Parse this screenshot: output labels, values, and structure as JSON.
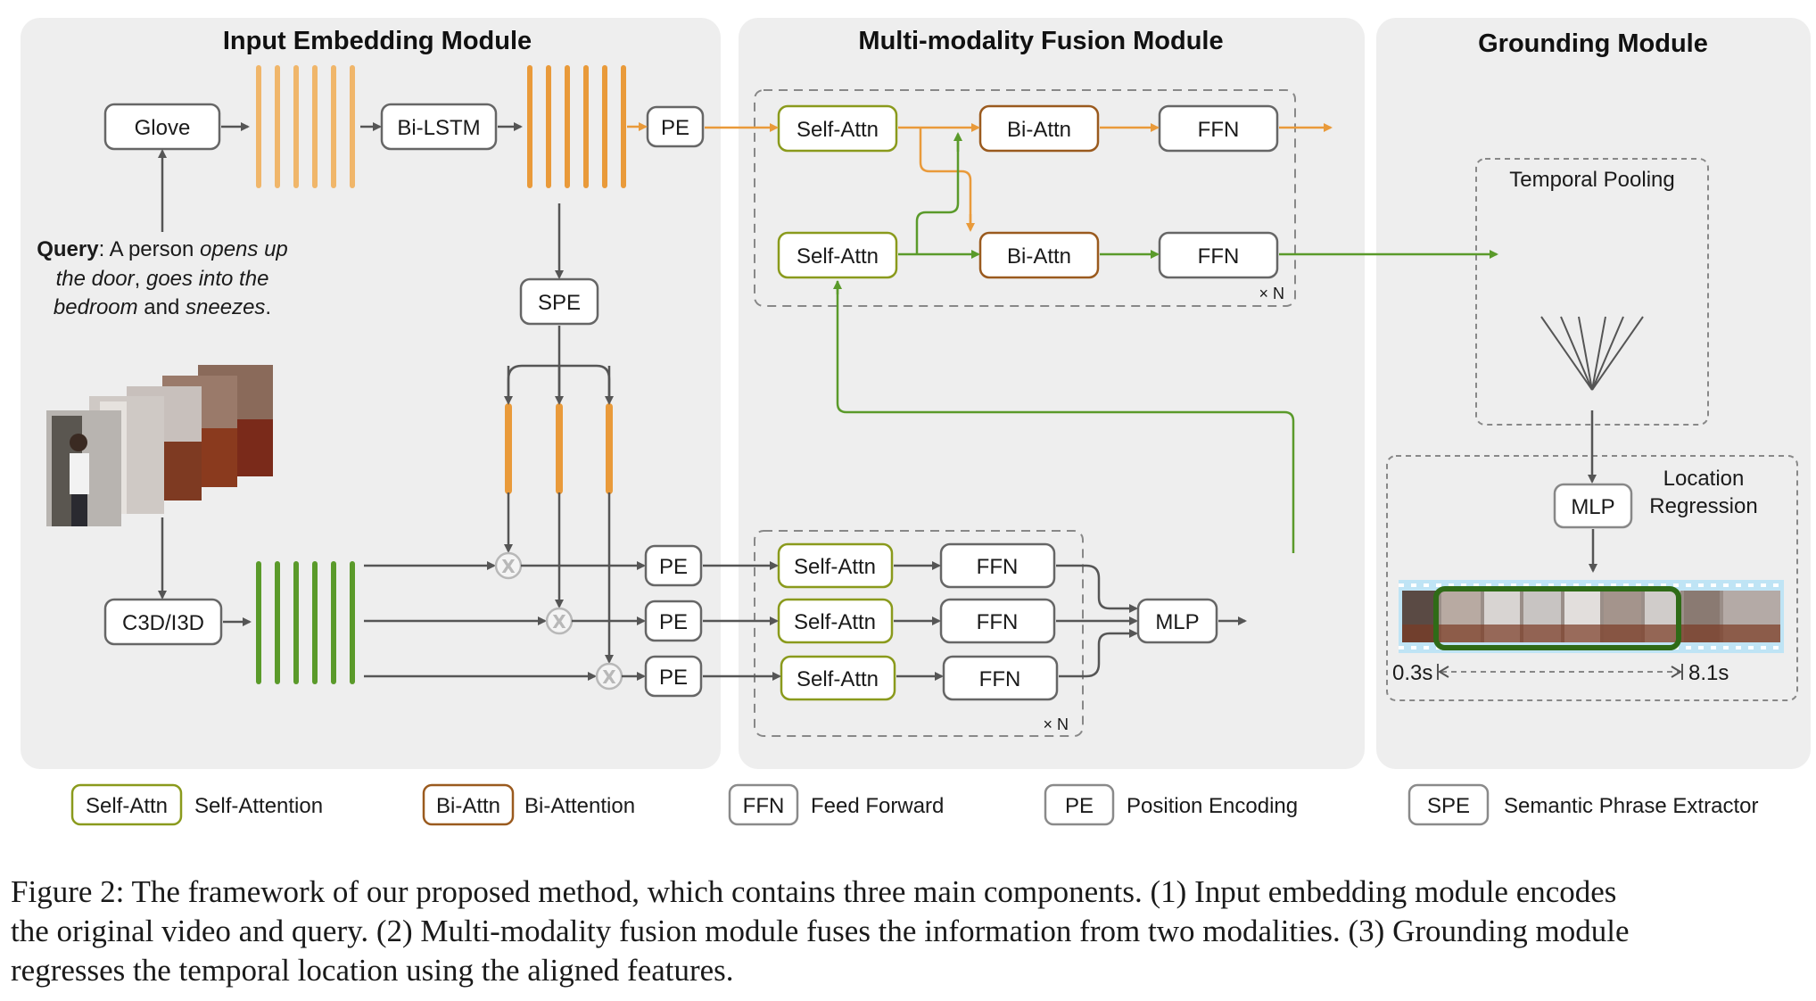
{
  "modules": {
    "input": "Input Embedding Module",
    "fusion": "Multi-modality Fusion Module",
    "grounding": "Grounding Module"
  },
  "boxes": {
    "glove": "Glove",
    "bilstm": "Bi-LSTM",
    "pe": "PE",
    "spe": "SPE",
    "c3d": "C3D/I3D",
    "self_attn": "Self-Attn",
    "bi_attn": "Bi-Attn",
    "ffn": "FFN",
    "mlp": "MLP"
  },
  "repeat": "× N",
  "query": {
    "bold": "Query",
    "p1": ": A person ",
    "i1": "opens up",
    "i2": "the door",
    "p2": ",  ",
    "i3": "goes into the",
    "i4": "bedroom",
    "p3": " and ",
    "i5": "sneezes",
    "p4": "."
  },
  "grounding": {
    "temporal_pooling": "Temporal Pooling",
    "location_1": "Location",
    "location_2": "Regression",
    "start": "0.3s",
    "end": "8.1s"
  },
  "legend": [
    {
      "abbr": "Self-Attn",
      "label": "Self-Attention",
      "color": "#8a9a1c"
    },
    {
      "abbr": "Bi-Attn",
      "label": "Bi-Attention",
      "color": "#9a5a1e"
    },
    {
      "abbr": "FFN",
      "label": "Feed Forward",
      "color": "#8a8a8a"
    },
    {
      "abbr": "PE",
      "label": "Position Encoding",
      "color": "#8a8a8a"
    },
    {
      "abbr": "SPE",
      "label": "Semantic Phrase Extractor",
      "color": "#8a8a8a"
    }
  ],
  "caption": [
    "Figure 2: The framework of our proposed method, which contains three main components. (1) Input embedding module encodes",
    "the original video and query. (2) Multi-modality fusion module fuses the information from two modalities. (3) Grounding module",
    "regresses the temporal location using the aligned features."
  ],
  "colors": {
    "panel": "#eeeeee",
    "text_feature": "#e99a3a",
    "video_feature": "#5a9a2a",
    "self_attn_border": "#8a9a1c",
    "bi_attn_border": "#9a5a1e",
    "text_arrow": "#e99a3a",
    "video_arrow": "#5a9a2a",
    "neutral_arrow": "#555555",
    "ground_box": "#2f6b17"
  }
}
